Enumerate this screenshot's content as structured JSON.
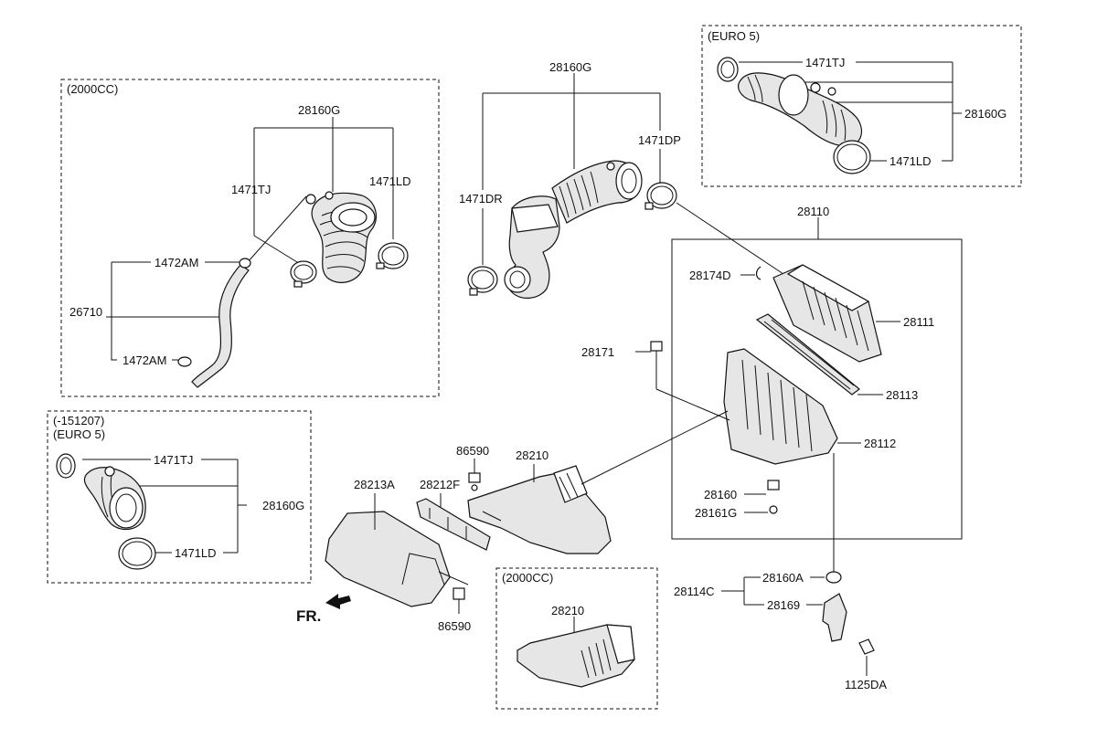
{
  "captions": {
    "top_left_box": "(2000CC)",
    "top_right_box": "(EURO 5)",
    "mid_left_box_line1": "(-151207)",
    "mid_left_box_line2": "(EURO 5)",
    "bottom_box": "(2000CC)"
  },
  "front_marker": "FR.",
  "labels": {
    "tl_28160G": "28160G",
    "tl_1471TJ": "1471TJ",
    "tl_1471LD": "1471LD",
    "tl_1472AM_a": "1472AM",
    "tl_26710": "26710",
    "tl_1472AM_b": "1472AM",
    "c_28160G": "28160G",
    "c_1471DP": "1471DP",
    "c_1471DR": "1471DR",
    "tr_1471TJ": "1471TJ",
    "tr_28160G": "28160G",
    "tr_1471LD": "1471LD",
    "r_28110": "28110",
    "r_28174D": "28174D",
    "r_28111": "28111",
    "r_28171": "28171",
    "r_28113": "28113",
    "r_28112": "28112",
    "r_28160": "28160",
    "r_28161G": "28161G",
    "ml_1471TJ": "1471TJ",
    "ml_28160G": "28160G",
    "ml_1471LD": "1471LD",
    "b_86590_a": "86590",
    "b_28210": "28210",
    "b_28213A": "28213A",
    "b_28212F": "28212F",
    "b_86590_b": "86590",
    "b_28210_box": "28210",
    "br_28114C": "28114C",
    "br_28160A": "28160A",
    "br_28169": "28169",
    "br_1125DA": "1125DA"
  },
  "icons": [
    "hose-icon",
    "clamp-icon",
    "air-cleaner-cover-icon",
    "air-filter-icon",
    "air-cleaner-body-icon",
    "air-duct-icon",
    "bracket-icon",
    "bolt-icon",
    "arrow-icon"
  ]
}
